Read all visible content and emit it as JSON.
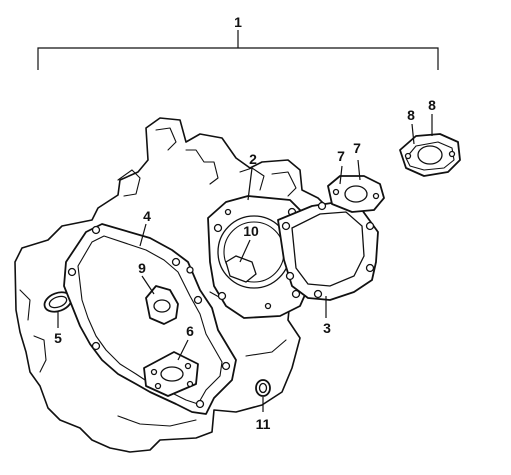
{
  "callouts": {
    "c1": "1",
    "c2": "2",
    "c3": "3",
    "c4": "4",
    "c5": "5",
    "c6": "6",
    "c7a": "7",
    "c7b": "7",
    "c8a": "8",
    "c8b": "8",
    "c9": "9",
    "c10": "10",
    "c11": "11"
  }
}
